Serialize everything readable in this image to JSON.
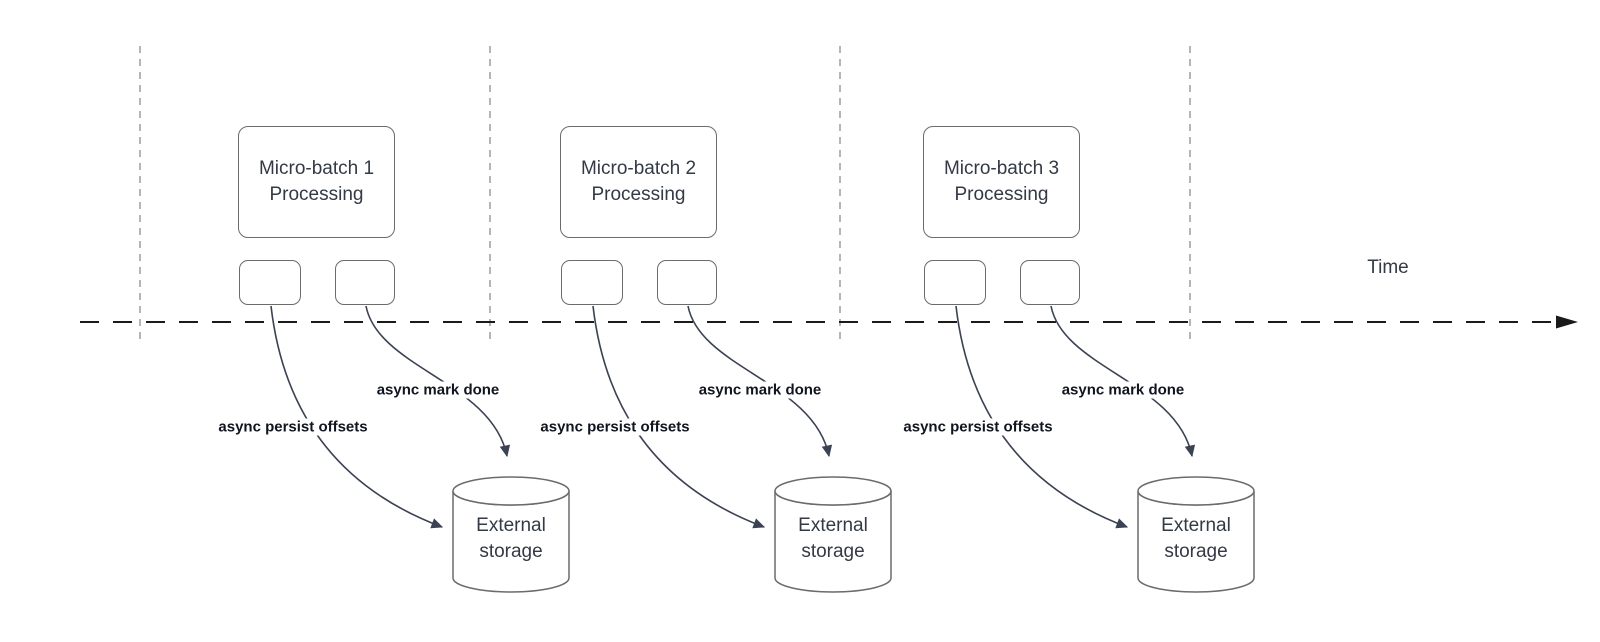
{
  "diagram": {
    "time_axis_label": "Time",
    "sets": [
      {
        "batch_title": "Micro-batch 1\nProcessing",
        "persist_label": "async persist offsets",
        "mark_done_label": "async mark done",
        "storage_label": "External\nstorage"
      },
      {
        "batch_title": "Micro-batch 2\nProcessing",
        "persist_label": "async persist offsets",
        "mark_done_label": "async mark done",
        "storage_label": "External\nstorage"
      },
      {
        "batch_title": "Micro-batch 3\nProcessing",
        "persist_label": "async persist offsets",
        "mark_done_label": "async mark done",
        "storage_label": "External\nstorage"
      }
    ],
    "colors": {
      "background": "#ffffff",
      "shape_border": "#6b6b6b",
      "body_text": "#333a45",
      "edge_label_text": "#10151f",
      "arrow_stroke": "#3b4252",
      "time_axis": "#1a1a1a",
      "interval_boundary": "#b5b5b5"
    }
  }
}
